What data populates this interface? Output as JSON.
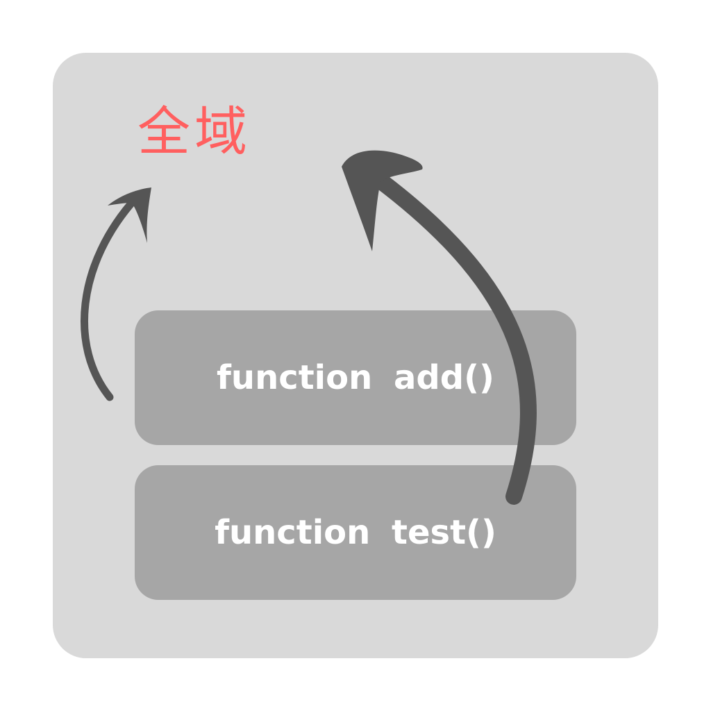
{
  "diagram": {
    "global_scope": {
      "title": "全域",
      "title_color": "#ff5f5f",
      "background_color": "#d9d9d9"
    },
    "functions": [
      {
        "label": "function  add()"
      },
      {
        "label": "function  test()"
      }
    ],
    "colors": {
      "function_box": "#a6a6a6",
      "function_text": "#ffffff",
      "arrow": "#555555"
    },
    "arrows": [
      {
        "from": "function  add()",
        "to": "全域"
      },
      {
        "from": "function  test()",
        "to": "全域"
      }
    ]
  }
}
